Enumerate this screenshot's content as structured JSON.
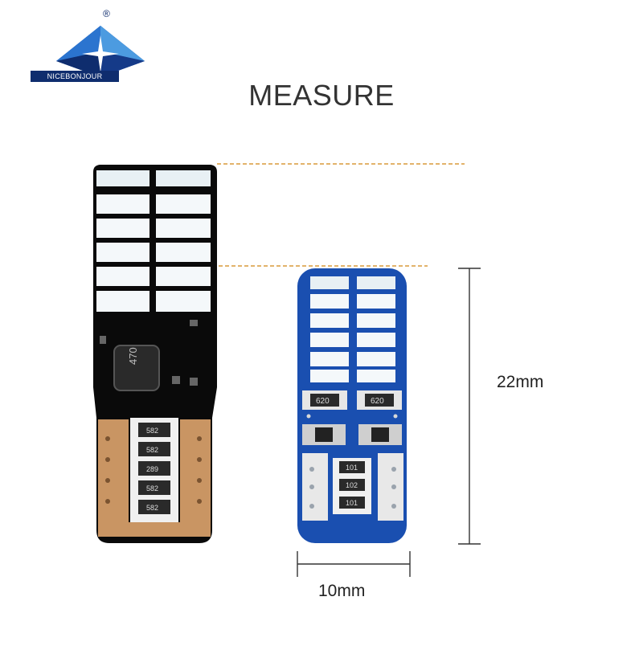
{
  "brand": {
    "name": "NICEBONJOUR",
    "registered_mark": "®",
    "colors": {
      "navy": "#0f2d6e",
      "blue": "#1f5fb3",
      "light_blue": "#4c9be0"
    }
  },
  "title": "MEASURE",
  "dimensions": {
    "height_label": "22mm",
    "width_label": "10mm"
  },
  "bulbs": [
    {
      "name": "large-black-pcb-bulb",
      "pcb_color": "#0a0a0a",
      "component_labels": [
        "470",
        "582",
        "582",
        "289",
        "582",
        "582"
      ]
    },
    {
      "name": "small-blue-pcb-bulb",
      "pcb_color": "#1a4fb0",
      "component_labels": [
        "620",
        "620",
        "101",
        "102",
        "101"
      ]
    }
  ],
  "guide_line_color": "#d89a3a"
}
